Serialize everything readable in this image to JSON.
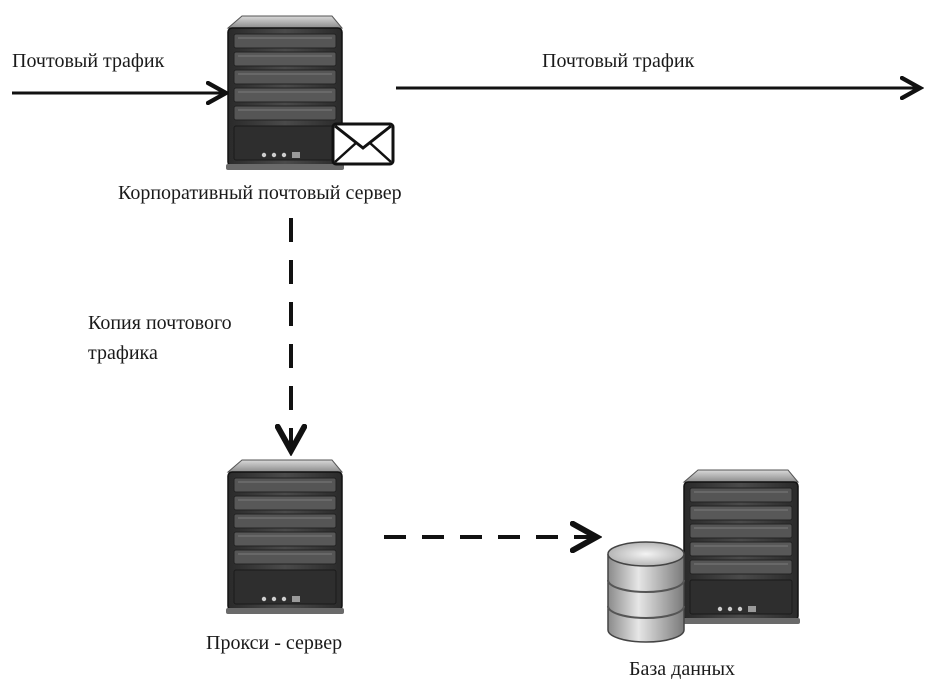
{
  "diagram": {
    "labels": {
      "incoming_traffic": "Почтовый трафик",
      "outgoing_traffic": "Почтовый трафик",
      "mail_server": "Корпоративный почтовый сервер",
      "traffic_copy": "Копия почтового трафика",
      "proxy_server": "Прокси - сервер",
      "database": "База данных"
    },
    "nodes": [
      {
        "id": "mail-server",
        "icon": "server-icon",
        "badge": "envelope-icon"
      },
      {
        "id": "proxy-server",
        "icon": "server-icon"
      },
      {
        "id": "database-server",
        "icon": "server-icon",
        "badge": "database-cylinder-icon"
      }
    ],
    "edges": [
      {
        "from": "external",
        "to": "mail-server",
        "style": "solid"
      },
      {
        "from": "mail-server",
        "to": "external",
        "style": "solid"
      },
      {
        "from": "mail-server",
        "to": "proxy-server",
        "style": "dashed"
      },
      {
        "from": "proxy-server",
        "to": "database-server",
        "style": "dashed"
      }
    ]
  }
}
